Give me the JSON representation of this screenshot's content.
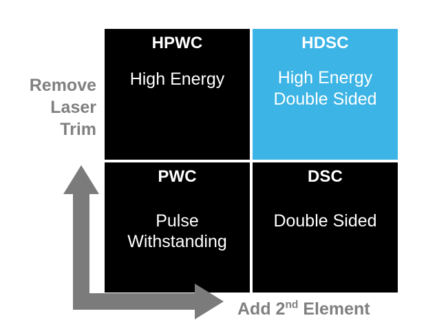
{
  "colors": {
    "accent": "#3cb4e5",
    "cell_background": "#000000",
    "cell_text": "#ffffff",
    "axis_gray": "#7b7b7b",
    "label_gray": "#808080",
    "page_background": "#ffffff"
  },
  "matrix": {
    "quadrants": [
      {
        "id": "hpwc",
        "position": "top-left",
        "title": "HPWC",
        "body": "High Energy",
        "highlighted": false
      },
      {
        "id": "hdsc",
        "position": "top-right",
        "title": "HDSC",
        "body": "High Energy\nDouble Sided",
        "highlighted": true
      },
      {
        "id": "pwc",
        "position": "bottom-left",
        "title": "PWC",
        "body": "Pulse\nWithstanding",
        "highlighted": false
      },
      {
        "id": "dsc",
        "position": "bottom-right",
        "title": "DSC",
        "body": "Double Sided",
        "highlighted": false
      }
    ]
  },
  "axes": {
    "y_label": "Remove\nLaser\nTrim",
    "x_label_prefix": "Add 2",
    "x_label_superscript": "nd",
    "x_label_suffix": " Element",
    "arrow_icon": "bent-double-arrow-icon"
  }
}
